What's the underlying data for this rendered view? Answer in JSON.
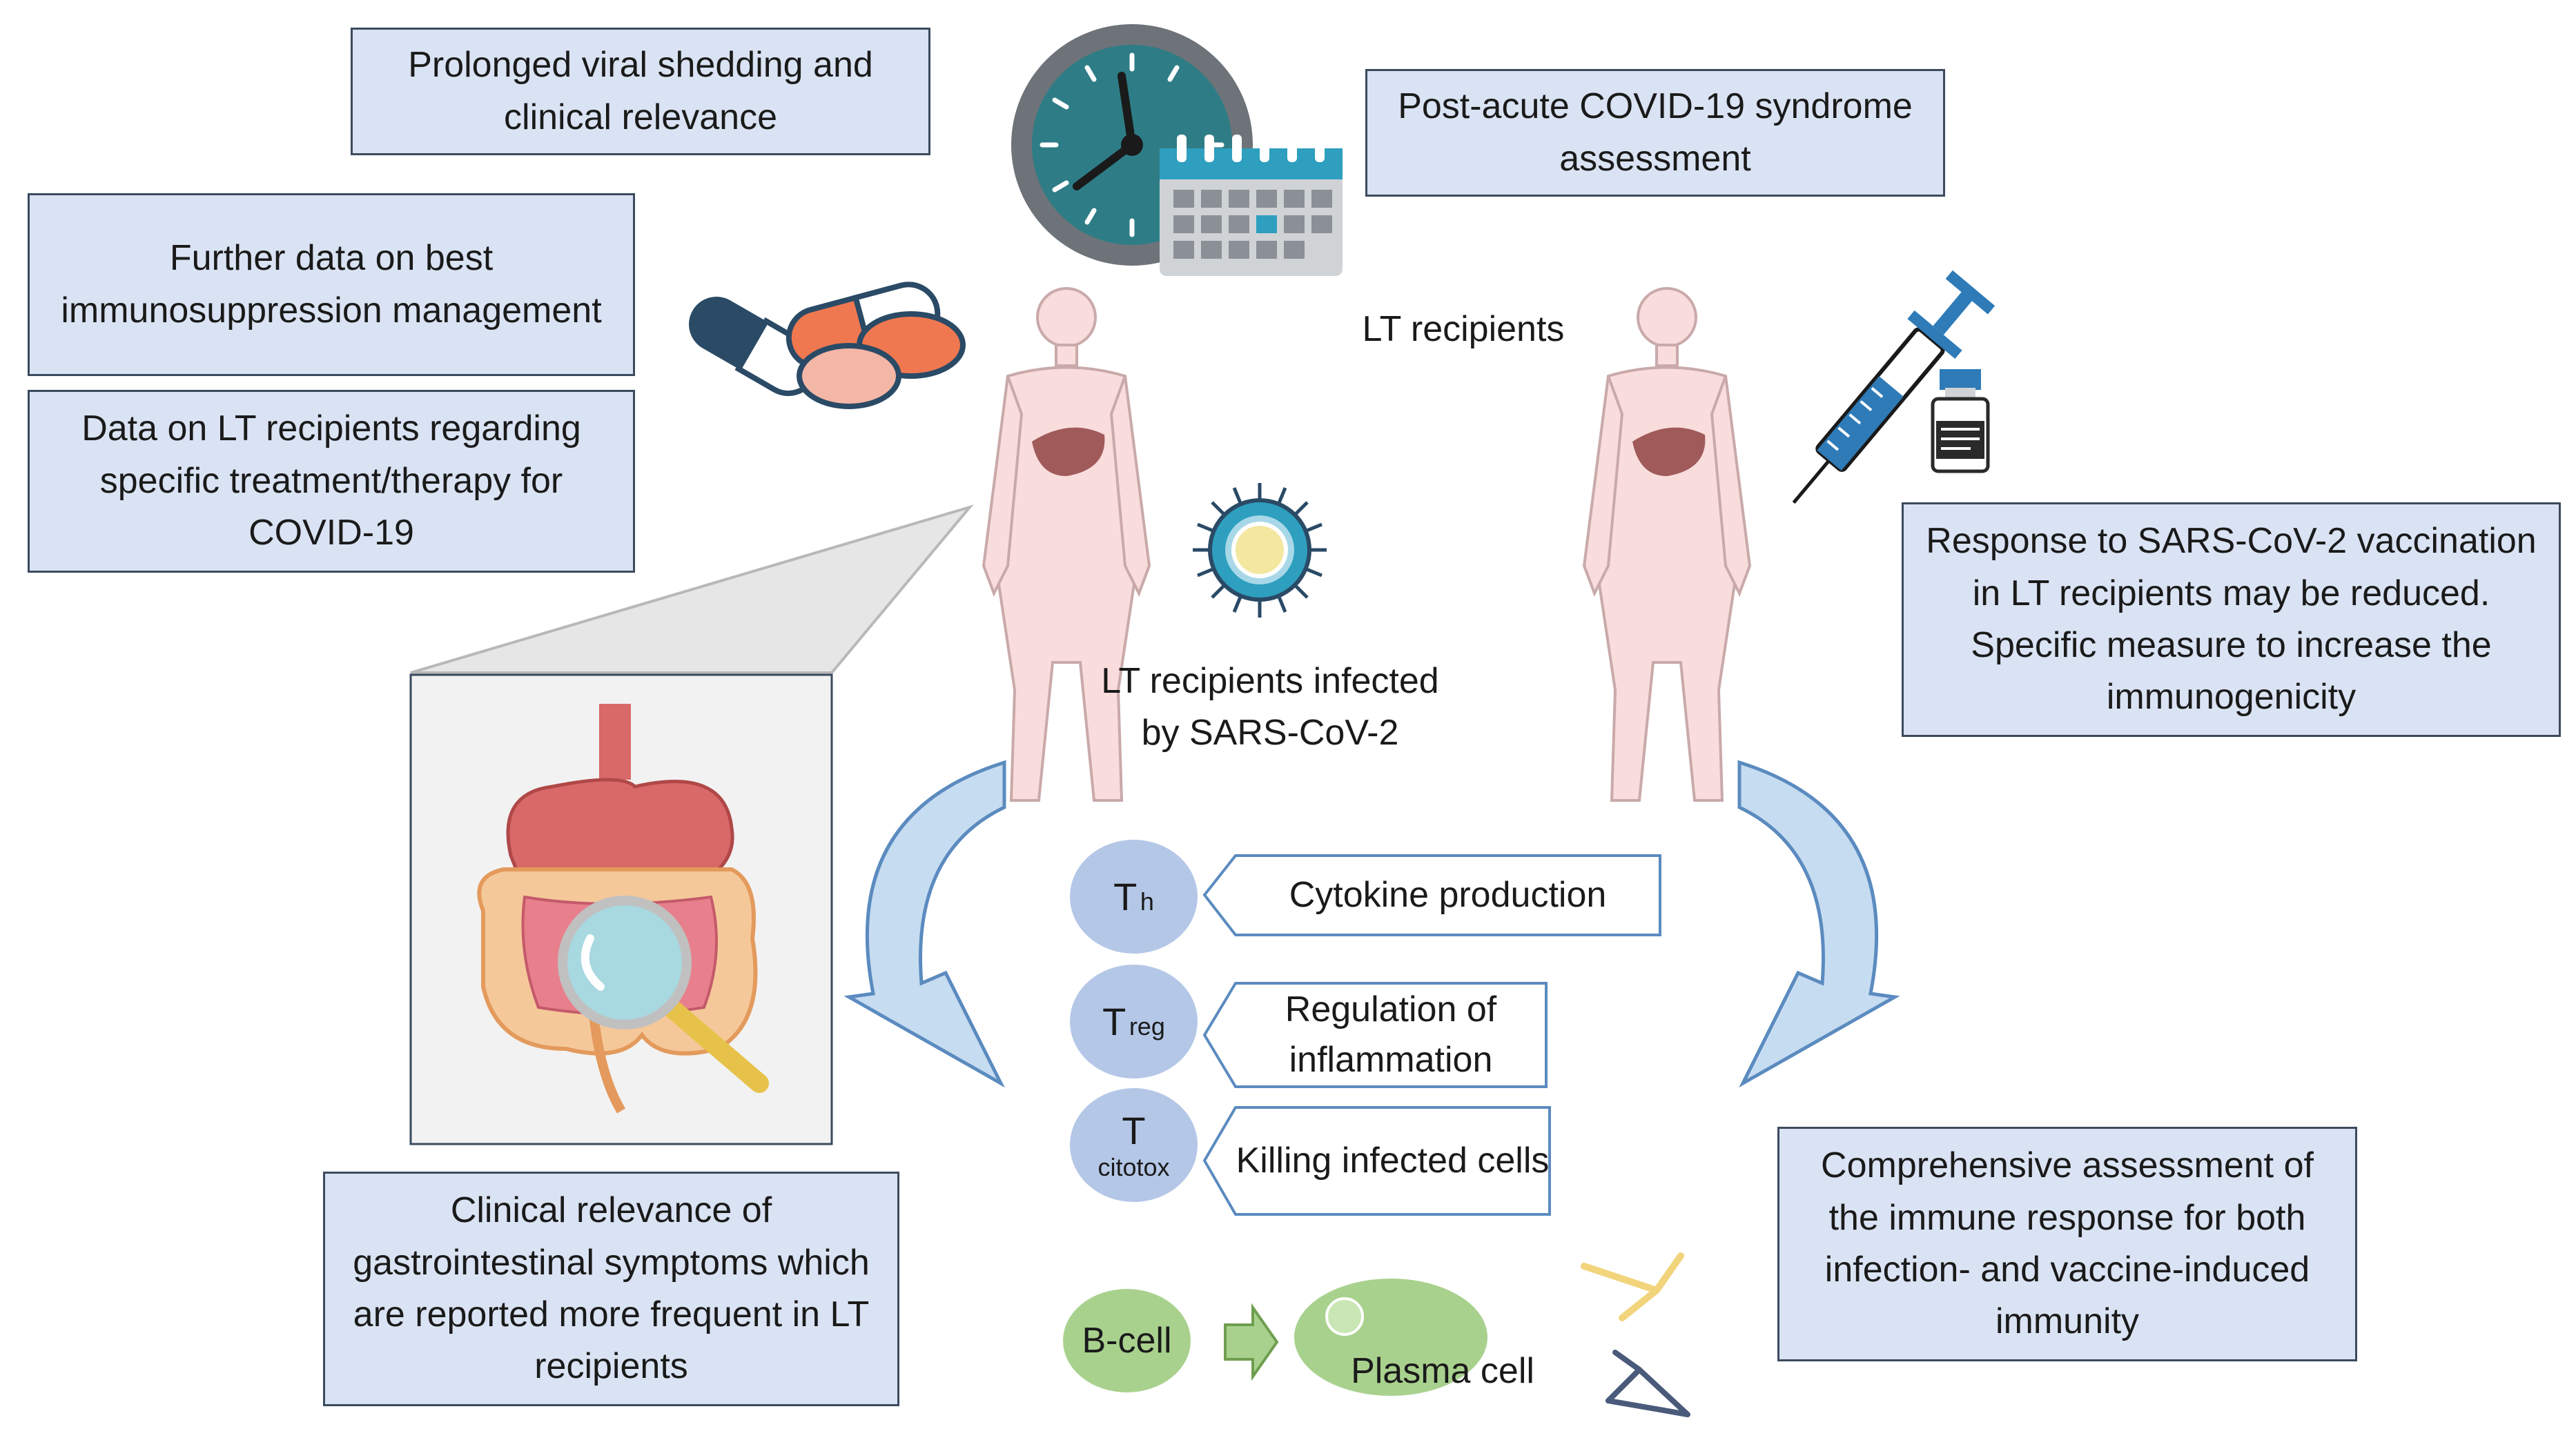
{
  "boxes": {
    "viral_shedding": "Prolonged viral shedding and clinical relevance",
    "post_acute": "Post-acute COVID-19 syndrome assessment",
    "immunosuppression": "Further data on best immunosuppression management",
    "treatment_data": "Data on LT recipients regarding specific treatment/therapy for COVID-19",
    "vaccination": "Response to SARS-CoV-2 vaccination in LT recipients may be reduced. Specific measure to increase the immunogenicity",
    "gi_symptoms": "Clinical relevance of gastrointestinal symptoms which are reported more frequent in LT recipients",
    "immune_assessment": "Comprehensive assessment of the immune response for both infection- and vaccine-induced immunity"
  },
  "labels": {
    "lt_recipients": "LT recipients",
    "infected": "LT recipients infected by SARS-CoV-2"
  },
  "cells": {
    "th_main": "T",
    "th_sub": "h",
    "treg_main": "T",
    "treg_sub": "reg",
    "tcito_main": "T",
    "tcito_sub": "citotox",
    "bcell": "B-cell",
    "plasma": "Plasma cell"
  },
  "functions": {
    "cytokine": "Cytokine production",
    "regulation": "Regulation of inflammation",
    "killing": "Killing infected cells"
  },
  "colors": {
    "box_fill": "#dae3f3",
    "box_border": "#3b4a5e",
    "t_cell": "#b4c7e7",
    "b_cell": "#a9d18e",
    "arrow": "#9dc3e6",
    "body": "#f9dcdc",
    "liver": "#a05a5a"
  },
  "icons": [
    "clock-icon",
    "calendar-icon",
    "pills-icon",
    "syringe-icon",
    "vaccine-vial-icon",
    "virus-icon",
    "intestine-magnifier-icon",
    "antibody-icon"
  ]
}
